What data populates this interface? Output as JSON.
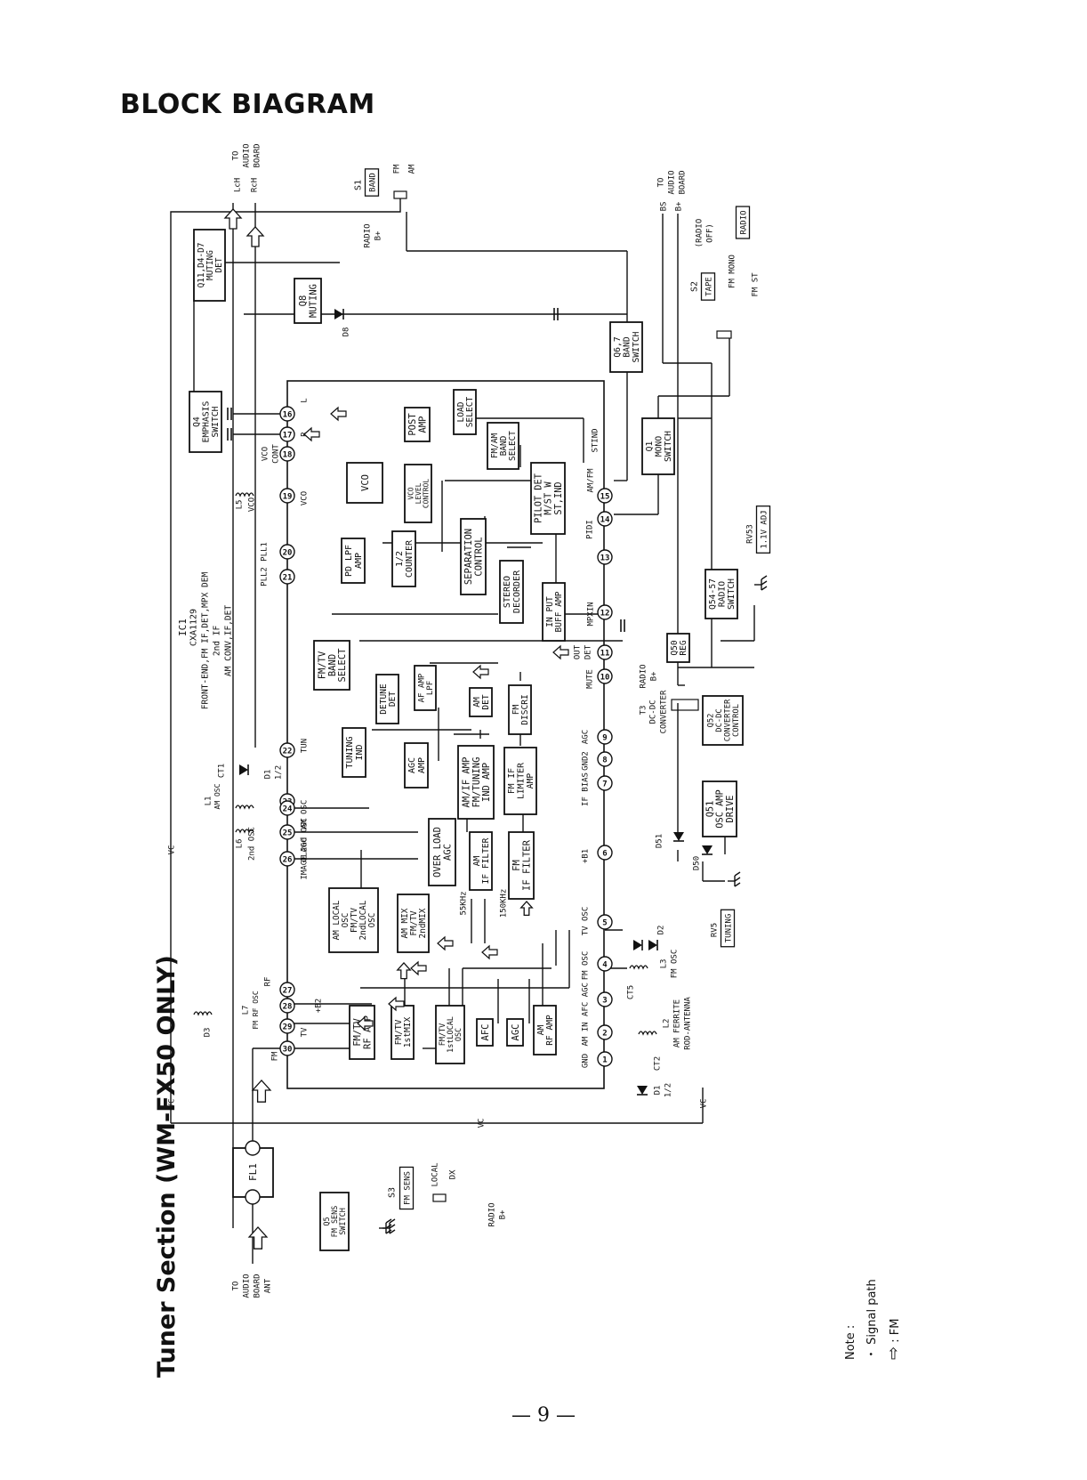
{
  "header": {
    "title": "BLOCK BIAGRAM"
  },
  "section": {
    "title": "Tuner Section (WM-FX50 ONLY)"
  },
  "page_number": "— 9 —",
  "note": {
    "heading": "Note :",
    "line1": "・ Signal path",
    "fm_legend": ": FM"
  },
  "ic": {
    "name": "IC1",
    "part": "CXA1129",
    "desc1": "FRONT-END,FM IF,DET,MPX DEM",
    "desc2": "2nd IF",
    "desc3": "AM CONV,IF,DET"
  },
  "blocks": [
    {
      "id": "q11",
      "lines": [
        "Q11,D4-D7",
        "MUTING",
        "DET"
      ]
    },
    {
      "id": "q8",
      "lines": [
        "Q8",
        "MUTING"
      ]
    },
    {
      "id": "q4",
      "lines": [
        "Q4",
        "EMPHASIS",
        "SWITCH"
      ]
    },
    {
      "id": "q67",
      "lines": [
        "Q6,7",
        "BAND",
        "SWITCH"
      ]
    },
    {
      "id": "q1",
      "lines": [
        "Q1",
        "MONO",
        "SWITCH"
      ]
    },
    {
      "id": "load",
      "lines": [
        "LOAD",
        "SELECT"
      ]
    },
    {
      "id": "post",
      "lines": [
        "POST",
        "AMP"
      ]
    },
    {
      "id": "fmam",
      "lines": [
        "FM/AM",
        "BAND",
        "SELECT"
      ]
    },
    {
      "id": "vco",
      "lines": [
        "VCO"
      ]
    },
    {
      "id": "vcolvl",
      "lines": [
        "VCO",
        "LEVEL",
        "CONTROL"
      ]
    },
    {
      "id": "pilot",
      "lines": [
        "PILOT DET",
        "M/ST W",
        "ST,IND"
      ]
    },
    {
      "id": "sep",
      "lines": [
        "SEPARATION",
        "CONTROL"
      ]
    },
    {
      "id": "stereo",
      "lines": [
        "STEREO",
        "DECORDER"
      ]
    },
    {
      "id": "counter",
      "lines": [
        "1/2",
        "COUNTER"
      ]
    },
    {
      "id": "pdlpf",
      "lines": [
        "PD LPF",
        "AMP"
      ]
    },
    {
      "id": "input",
      "lines": [
        "IN PUT",
        "BUFF AMP"
      ]
    },
    {
      "id": "fmtvband",
      "lines": [
        "FM/TV",
        "BAND",
        "SELECT"
      ]
    },
    {
      "id": "detune",
      "lines": [
        "DETUNE",
        "DET"
      ]
    },
    {
      "id": "aflpf",
      "lines": [
        "AF AMP",
        "LPF"
      ]
    },
    {
      "id": "amdet",
      "lines": [
        "AM",
        "DET"
      ]
    },
    {
      "id": "fmdiscri",
      "lines": [
        "FM",
        "DISCRI"
      ]
    },
    {
      "id": "tuning",
      "lines": [
        "TUNING",
        "IND"
      ]
    },
    {
      "id": "agcamp",
      "lines": [
        "AGC",
        "AMP"
      ]
    },
    {
      "id": "amifamp",
      "lines": [
        "AM/IF AMP",
        "FM/TUNING",
        "IND AMP"
      ]
    },
    {
      "id": "fmlimiter",
      "lines": [
        "FM IF",
        "LIMITER",
        "AMP"
      ]
    },
    {
      "id": "overload",
      "lines": [
        "OVER LOAD",
        "AGC"
      ]
    },
    {
      "id": "amfilter",
      "lines": [
        "AM",
        "IF FILTER"
      ]
    },
    {
      "id": "fmfilter",
      "lines": [
        "FM",
        "IF FILTER"
      ]
    },
    {
      "id": "amlocal",
      "lines": [
        "AM LOCAL",
        "OSC",
        "FM/TV",
        "2ndLOCAL",
        "OSC"
      ]
    },
    {
      "id": "ammix",
      "lines": [
        "AM MIX",
        "FM/TV",
        "2ndMIX"
      ]
    },
    {
      "id": "fmtvrf",
      "lines": [
        "FM/TV",
        "RF AMP"
      ]
    },
    {
      "id": "mix1",
      "lines": [
        "FM/TV",
        "1stMIX"
      ]
    },
    {
      "id": "local1",
      "lines": [
        "FM/TV",
        "1stLOCAL",
        "OSC"
      ]
    },
    {
      "id": "afc",
      "lines": [
        "AFC"
      ]
    },
    {
      "id": "agc",
      "lines": [
        "AGC"
      ]
    },
    {
      "id": "amrf",
      "lines": [
        "AM",
        "RF AMP"
      ]
    },
    {
      "id": "q50",
      "lines": [
        "Q50",
        "REG"
      ]
    },
    {
      "id": "q5457",
      "lines": [
        "Q54-57",
        "RADIO",
        "SWITCH"
      ]
    },
    {
      "id": "q52",
      "lines": [
        "Q52",
        "DC-DC",
        "CONVERTER",
        "CONTROL"
      ]
    },
    {
      "id": "q51",
      "lines": [
        "Q51",
        "OSC AMP",
        "DRIVE"
      ]
    },
    {
      "id": "q5",
      "lines": [
        "Q5",
        "FM SENS",
        "SWITCH"
      ]
    },
    {
      "id": "fl1",
      "lines": [
        "FL1"
      ]
    }
  ],
  "boxed_labels": {
    "band": "BAND",
    "tape": "TAPE",
    "radio": "RADIO",
    "rv53": "1.1V ADJ",
    "tuning": "TUNING",
    "fmsens": "FM SENS"
  },
  "labels": {
    "s1": "S1",
    "s2": "S2",
    "s3": "S3",
    "rv53": "RV53",
    "rv5": "RV5",
    "fm": "FM",
    "am": "AM",
    "fm_mono": "FM MONO",
    "fm_st": "FM ST",
    "radio_off": "(RADIO",
    "off": "OFF)",
    "to1": "TO",
    "audio1": "AUDIO",
    "board1": "BOARD",
    "lch": "LcH",
    "rch": "RcH",
    "bs": "BS",
    "bplus": "B+",
    "radio_b_a": "RADIO",
    "radio_b_b": "B+",
    "d8": "D8",
    "stind": "STIND",
    "mute": "MUTE",
    "det_out": "DET",
    "out": "OUT",
    "mpxin": "MPXIN",
    "pilot_pin": "PIDI",
    "amfm": "AM/FM",
    "pin_l": "L",
    "pin_r": "R",
    "vco_cont": "VCO",
    "cont": "CONT",
    "vco_pin": "VCO",
    "pll1": "PLL1",
    "pll2": "PLL2",
    "tun": "TUN",
    "am_osc_pin": "AM OSC",
    "osc_2nd": "2nd OSC",
    "olagc": "OLAGC",
    "image": "IMAGE",
    "agc_pin": "AGC",
    "gnd2": "GND2",
    "if_bias": "IF BIAS",
    "b1": "+B1",
    "tv_osc": "TV OSC",
    "fm_osc": "FM OSC",
    "afc_agc": "AFC AGC",
    "am_in": "AM IN",
    "gnd": "GND",
    "rf": "RF",
    "tv": "TV",
    "fm_pin": "FM",
    "b2": "+B2",
    "l5": "L5",
    "vco_coil": "VCO",
    "l1": "L1",
    "am_osc": "AM OSC",
    "ct1": "CT1",
    "d1a": "D1",
    "d1a2": "1/2",
    "l6": "L6",
    "osc2": "2nd OSC",
    "l7": "L7",
    "fmrf": "FM RF OSC",
    "d3": "D3",
    "vc": "VC",
    "t3": "T3",
    "dcdc": "DC-DC",
    "converter": "CONVERTER",
    "d51": "D51",
    "d50": "D50",
    "d2": "D2",
    "l3": "L3",
    "fmosc": "FM OSC",
    "ct5": "CT5",
    "l2": "L2",
    "am_ferrite": "AM FERRITE",
    "rod": "ROD-ANTENNA",
    "ct2": "CT2",
    "d1b": "D1",
    "d1b2": "1/2",
    "radio_bplus_a": "RADIO",
    "radio_bplus_b": "B+",
    "freq55": "55KHz",
    "freq150": "150KHz",
    "local": "LOCAL",
    "dx": "DX",
    "radio3": "RADIO",
    "b3": "B+",
    "to2": "TO",
    "audio2": "AUDIO",
    "board2": "BOARD",
    "ant": "ANT",
    "to3": "TO",
    "audio3": "AUDIO",
    "board3": "BOARD"
  },
  "pins": [
    "1",
    "2",
    "3",
    "4",
    "5",
    "6",
    "7",
    "8",
    "9",
    "10",
    "11",
    "12",
    "13",
    "14",
    "15",
    "16",
    "17",
    "18",
    "19",
    "20",
    "21",
    "22",
    "23",
    "24",
    "25",
    "26",
    "27",
    "28",
    "29",
    "30"
  ]
}
